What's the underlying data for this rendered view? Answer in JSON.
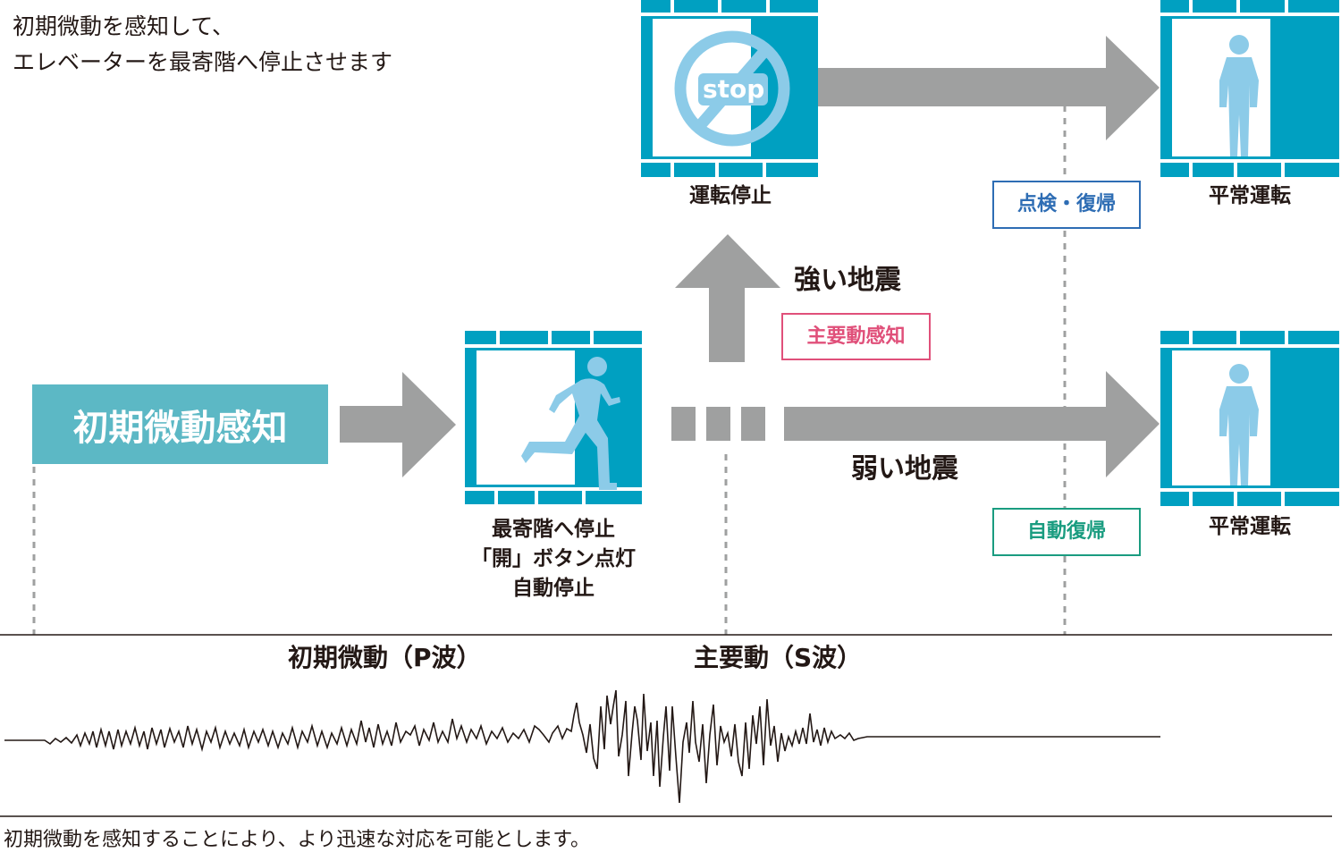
{
  "intro": {
    "line1": "初期微動を感知して、",
    "line2": "エレベーターを最寄階へ停止させます"
  },
  "start_box": {
    "label": "初期微動感知"
  },
  "elevator_stop": {
    "caption_line1": "最寄階へ停止",
    "caption_line2": "「開」ボタン点灯",
    "caption_line3": "自動停止"
  },
  "strong_branch": {
    "label": "強い地震",
    "badge": "主要動感知",
    "stop_icon_text": "stop",
    "caption": "運転停止",
    "recovery_badge": "点検・復帰",
    "result_caption": "平常運転"
  },
  "weak_branch": {
    "label": "弱い地震",
    "recovery_badge": "自動復帰",
    "result_caption": "平常運転"
  },
  "waves": {
    "p_wave_label": "初期微動（P波）",
    "s_wave_label": "主要動（S波）"
  },
  "footer": {
    "note": "初期微動を感知することにより、より迅速な対応を可能とします。"
  },
  "colors": {
    "elevator": "#00a0c1",
    "person": "#8ccbe8",
    "start_box": "#5cb8c5",
    "arrow": "#9fa0a0",
    "badge_strong": "#e0507a",
    "badge_inspect": "#2e6db4",
    "badge_auto": "#1a9c80",
    "text": "#231815"
  }
}
